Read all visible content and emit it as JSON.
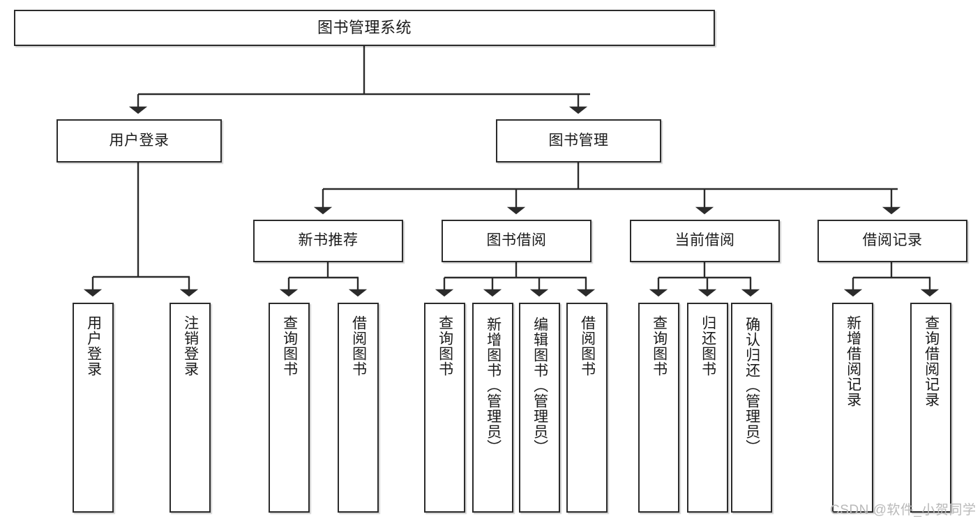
{
  "diagram": {
    "type": "tree",
    "title": "图书管理系统",
    "watermark": "CSDN @软件_小贺同学",
    "nodes": {
      "root": {
        "label": "图书管理系统"
      },
      "tier2": [
        {
          "label": "用户登录"
        },
        {
          "label": "图书管理"
        }
      ],
      "tier3": [
        {
          "label": "新书推荐"
        },
        {
          "label": "图书借阅"
        },
        {
          "label": "当前借阅"
        },
        {
          "label": "借阅记录"
        }
      ],
      "leaves": {
        "user_login": [
          {
            "label": "用户登录"
          },
          {
            "label": "注销登录"
          }
        ],
        "new_book": [
          {
            "label": "查询图书"
          },
          {
            "label": "借阅图书"
          }
        ],
        "book_borrow": [
          {
            "label": "查询图书"
          },
          {
            "label": "新增图书（管理员）"
          },
          {
            "label": "编辑图书（管理员）"
          },
          {
            "label": "借阅图书"
          }
        ],
        "current_borrow": [
          {
            "label": "查询图书"
          },
          {
            "label": "归还图书"
          },
          {
            "label": "确认归还（管理员）"
          }
        ],
        "borrow_record": [
          {
            "label": "新增借阅记录"
          },
          {
            "label": "查询借阅记录"
          }
        ]
      }
    },
    "colors": {
      "stroke": "#2b2b2b",
      "fill": "#ffffff",
      "text": "#1a1a1a",
      "watermark": "#b9b9b9"
    }
  }
}
